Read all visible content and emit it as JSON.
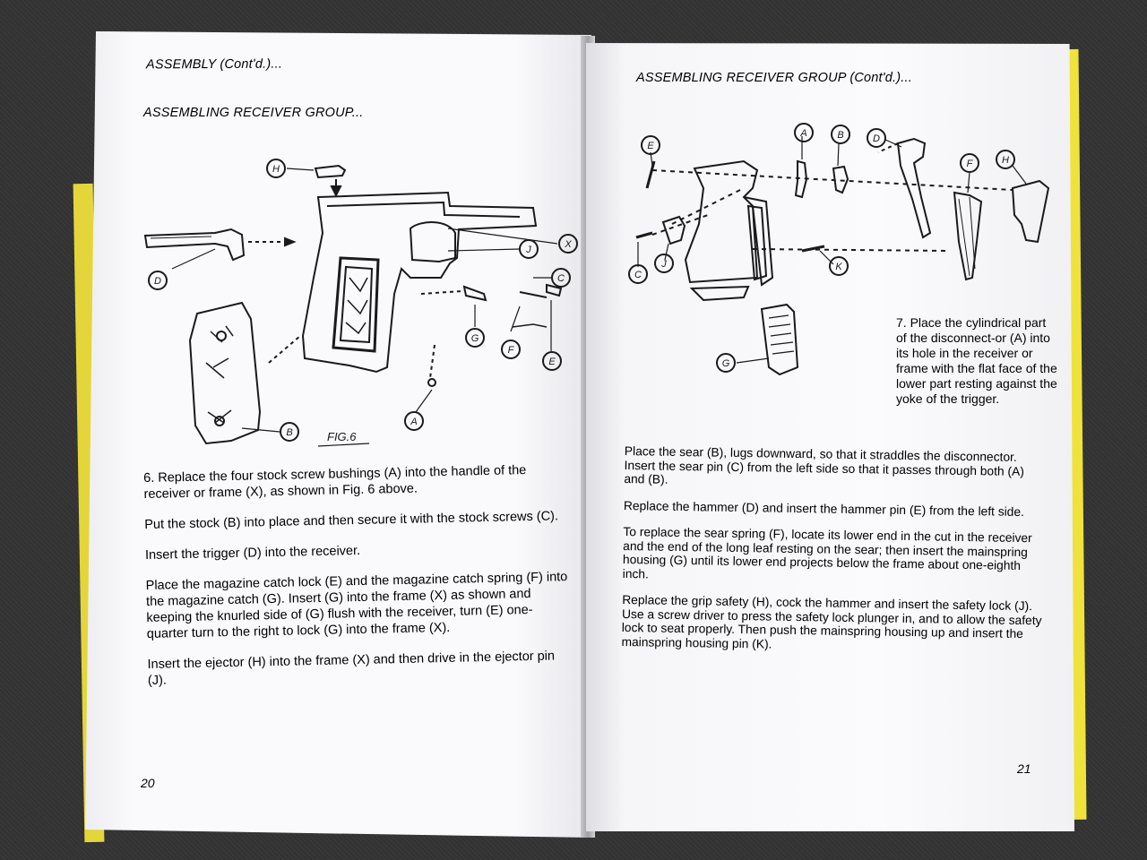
{
  "left_page": {
    "header": "ASSEMBLY (Cont'd.)...",
    "subheader": "ASSEMBLING RECEIVER GROUP...",
    "figure_label": "FIG.6",
    "callouts": [
      "H",
      "D",
      "X",
      "J",
      "C",
      "G",
      "F",
      "E",
      "B",
      "A"
    ],
    "paragraphs": [
      "6. Replace the four stock screw bushings (A) into the handle of the receiver or frame (X), as shown in Fig. 6 above.",
      "Put the stock (B) into place and then secure it with the stock screws (C).",
      "Insert the trigger (D) into the receiver.",
      "Place the magazine catch lock (E) and the magazine catch spring (F) into the magazine catch (G). Insert (G) into the frame (X) as shown and keeping the knurled side of (G) flush with the receiver, turn (E) one-quarter turn to the right to lock (G) into the frame (X).",
      "Insert the ejector (H) into the frame (X) and then drive in the ejector pin (J)."
    ],
    "page_number": "20"
  },
  "right_page": {
    "header": "ASSEMBLING RECEIVER GROUP (Cont'd.)...",
    "callouts": [
      "E",
      "A",
      "B",
      "D",
      "F",
      "H",
      "C",
      "J",
      "K",
      "G"
    ],
    "step7": "7. Place the cylindrical part of the disconnect-or (A) into its hole in the receiver or frame with the flat face of the lower part resting against the yoke of the trigger.",
    "paragraphs": [
      "Place the sear (B), lugs downward, so that it straddles the disconnector. Insert the sear pin (C) from the left side so that it passes through both (A) and (B).",
      "Replace the hammer (D) and insert the hammer pin (E) from the left side.",
      "To replace the sear spring (F), locate its lower end in the cut in the receiver and the end of the long leaf resting on the sear; then insert the mainspring housing (G) until its lower end projects below the frame about one-eighth inch.",
      "Replace the grip safety (H), cock the hammer and insert the safety lock (J). Use a screw driver to press the safety lock plunger in, and to allow the safety lock to seat properly. Then push the mainspring housing up and insert the mainspring housing pin (K)."
    ],
    "page_number": "21"
  }
}
